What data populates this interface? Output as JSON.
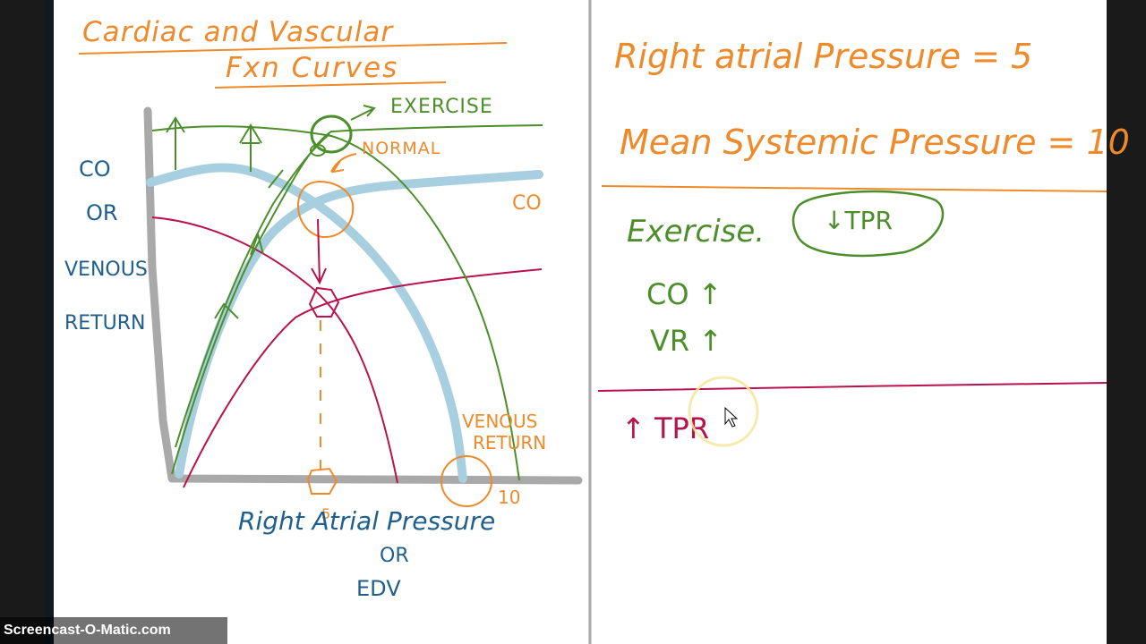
{
  "colors": {
    "orange": "#ee8a2a",
    "blue": "#1e5f8e",
    "green": "#4c8f2a",
    "magenta": "#b8124e",
    "light_blue": "#a8cfe0",
    "gray": "#a9a9a9",
    "cursor_ring": "#f4e8a0"
  },
  "left_page": {
    "title_line1": "Cardiac and Vascular",
    "title_line2": "Fxn Curves",
    "y_axis_label": [
      "CO",
      "OR",
      "VENOUS",
      "RETURN"
    ],
    "x_axis_label": "Right Atrial Pressure",
    "x_axis_or": "OR",
    "x_axis_edv": "EDV",
    "tick_5": "5",
    "tick_10": "10",
    "exercise_label": "EXERCISE",
    "normal_label": "NORMAL",
    "co_curve_label": "CO",
    "vr_curve_label_1": "VENOUS",
    "vr_curve_label_2": "RETURN"
  },
  "right_page": {
    "rap_text": "Right atrial Pressure = 5",
    "msp_text": "Mean Systemic Pressure = 10",
    "exercise_text": "Exercise.",
    "tpr_down": "↓TPR",
    "co_up": "CO ↑",
    "vr_up": "VR ↑",
    "tpr_up": "↑ TPR"
  },
  "watermark": "Screencast-O-Matic.com"
}
